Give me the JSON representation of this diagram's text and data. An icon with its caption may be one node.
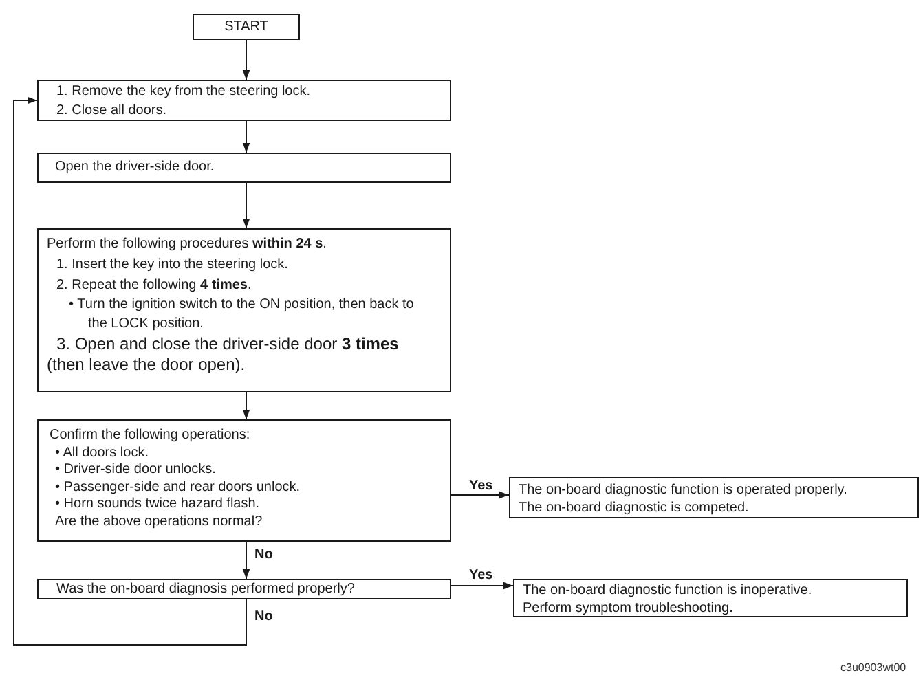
{
  "diagram": {
    "nodes": [
      {
        "text": [
          "START"
        ]
      },
      {
        "text": [
          "1. Remove the key from the steering lock.",
          "2. Close all doors."
        ]
      },
      {
        "text": [
          "Open the driver-side door."
        ]
      },
      {
        "text": [
          "Perform the following procedures **within 24 s**.",
          "1. Insert the key into the steering lock.",
          "2. Repeat the following **4 times**.",
          "• Turn the ignition switch to the ON position, then back to the LOCK position.",
          "3. Open and close the driver-side door **3 times** (then leave the door open)."
        ]
      },
      {
        "text": [
          "Confirm the following operations:",
          "• All doors lock.",
          "• Driver-side door unlocks.",
          "• Passenger-side and rear doors unlock.",
          "• Horn sounds twice hazard flash.",
          "Are the above operations normal?"
        ]
      },
      {
        "text": [
          "Was the on-board diagnosis performed properly?"
        ]
      },
      {
        "text": [
          "The on-board diagnostic function is operated properly.",
          "The on-board diagnostic is competed."
        ]
      },
      {
        "text": [
          "The on-board diagnostic function is inoperative.",
          "Perform symptom troubleshooting."
        ]
      }
    ],
    "edges": [
      {
        "from": 0,
        "to": 1,
        "arrow": "to"
      },
      {
        "from": 1,
        "to": 2,
        "arrow": "to"
      },
      {
        "from": 2,
        "to": 3,
        "arrow": "to"
      },
      {
        "from": 3,
        "to": 4,
        "arrow": "to"
      },
      {
        "from": 4,
        "to": 6,
        "arrow": "to",
        "label": "Yes"
      },
      {
        "from": 4,
        "to": 5,
        "arrow": "to",
        "label": "No"
      },
      {
        "from": 5,
        "to": 7,
        "arrow": "to",
        "label": "Yes"
      },
      {
        "from": 5,
        "to": 1,
        "arrow": "to",
        "label": "No"
      }
    ],
    "labels": [
      "c3u0903wt00"
    ]
  }
}
